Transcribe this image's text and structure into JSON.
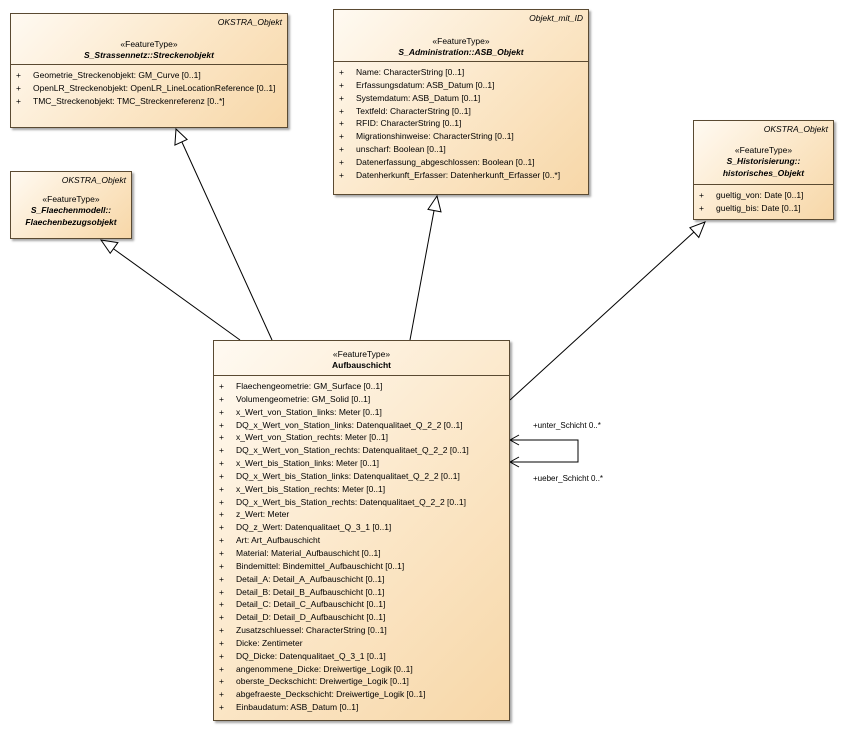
{
  "classes": {
    "streckenobjekt": {
      "parent": "OKSTRA_Objekt",
      "stereotype": "«FeatureType»",
      "name": "S_Strassennetz::Streckenobjekt",
      "attributes": [
        {
          "vis": "+",
          "text": "Geometrie_Streckenobjekt: GM_Curve [0..1]"
        },
        {
          "vis": "+",
          "text": "OpenLR_Streckenobjekt: OpenLR_LineLocationReference [0..1]"
        },
        {
          "vis": "+",
          "text": "TMC_Streckenobjekt: TMC_Streckenreferenz [0..*]"
        }
      ]
    },
    "asb_objekt": {
      "parent": "Objekt_mit_ID",
      "stereotype": "«FeatureType»",
      "name": "S_Administration::ASB_Objekt",
      "attributes": [
        {
          "vis": "+",
          "text": "Name: CharacterString [0..1]"
        },
        {
          "vis": "+",
          "text": "Erfassungsdatum: ASB_Datum [0..1]"
        },
        {
          "vis": "+",
          "text": "Systemdatum: ASB_Datum [0..1]"
        },
        {
          "vis": "+",
          "text": "Textfeld: CharacterString [0..1]"
        },
        {
          "vis": "+",
          "text": "RFID: CharacterString [0..1]"
        },
        {
          "vis": "+",
          "text": "Migrationshinweise: CharacterString [0..1]"
        },
        {
          "vis": "+",
          "text": "unscharf: Boolean [0..1]"
        },
        {
          "vis": "+",
          "text": "Datenerfassung_abgeschlossen: Boolean [0..1]"
        },
        {
          "vis": "+",
          "text": "Datenherkunft_Erfasser: Datenherkunft_Erfasser [0..*]"
        }
      ]
    },
    "historisches_objekt": {
      "parent": "OKSTRA_Objekt",
      "stereotype": "«FeatureType»",
      "name_line1": "S_Historisierung::",
      "name_line2": "historisches_Objekt",
      "attributes": [
        {
          "vis": "+",
          "text": "gueltig_von: Date [0..1]"
        },
        {
          "vis": "+",
          "text": "gueltig_bis: Date [0..1]"
        }
      ]
    },
    "flaechenbezugsobjekt": {
      "parent": "OKSTRA_Objekt",
      "stereotype": "«FeatureType»",
      "name_line1": "S_Flaechenmodell::",
      "name_line2": "Flaechenbezugsobjekt"
    },
    "aufbauschicht": {
      "stereotype": "«FeatureType»",
      "name": "Aufbauschicht",
      "attributes": [
        {
          "vis": "+",
          "text": "Flaechengeometrie: GM_Surface [0..1]"
        },
        {
          "vis": "+",
          "text": "Volumengeometrie: GM_Solid [0..1]"
        },
        {
          "vis": "+",
          "text": "x_Wert_von_Station_links: Meter [0..1]"
        },
        {
          "vis": "+",
          "text": "DQ_x_Wert_von_Station_links: Datenqualitaet_Q_2_2 [0..1]"
        },
        {
          "vis": "+",
          "text": "x_Wert_von_Station_rechts: Meter [0..1]"
        },
        {
          "vis": "+",
          "text": "DQ_x_Wert_von_Station_rechts: Datenqualitaet_Q_2_2 [0..1]"
        },
        {
          "vis": "+",
          "text": "x_Wert_bis_Station_links: Meter [0..1]"
        },
        {
          "vis": "+",
          "text": "DQ_x_Wert_bis_Station_links: Datenqualitaet_Q_2_2 [0..1]"
        },
        {
          "vis": "+",
          "text": "x_Wert_bis_Station_rechts: Meter [0..1]"
        },
        {
          "vis": "+",
          "text": "DQ_x_Wert_bis_Station_rechts: Datenqualitaet_Q_2_2 [0..1]"
        },
        {
          "vis": "+",
          "text": "z_Wert: Meter"
        },
        {
          "vis": "+",
          "text": "DQ_z_Wert: Datenqualitaet_Q_3_1 [0..1]"
        },
        {
          "vis": "+",
          "text": "Art: Art_Aufbauschicht"
        },
        {
          "vis": "+",
          "text": "Material: Material_Aufbauschicht [0..1]"
        },
        {
          "vis": "+",
          "text": "Bindemittel: Bindemittel_Aufbauschicht [0..1]"
        },
        {
          "vis": "+",
          "text": "Detail_A: Detail_A_Aufbauschicht [0..1]"
        },
        {
          "vis": "+",
          "text": "Detail_B: Detail_B_Aufbauschicht [0..1]"
        },
        {
          "vis": "+",
          "text": "Detail_C: Detail_C_Aufbauschicht [0..1]"
        },
        {
          "vis": "+",
          "text": "Detail_D: Detail_D_Aufbauschicht [0..1]"
        },
        {
          "vis": "+",
          "text": "Zusatzschluessel: CharacterString [0..1]"
        },
        {
          "vis": "+",
          "text": "Dicke: Zentimeter"
        },
        {
          "vis": "+",
          "text": "DQ_Dicke: Datenqualitaet_Q_3_1 [0..1]"
        },
        {
          "vis": "+",
          "text": "angenommene_Dicke: Dreiwertige_Logik [0..1]"
        },
        {
          "vis": "+",
          "text": "oberste_Deckschicht: Dreiwertige_Logik [0..1]"
        },
        {
          "vis": "+",
          "text": "abgefraeste_Deckschicht: Dreiwertige_Logik [0..1]"
        },
        {
          "vis": "+",
          "text": "Einbaudatum: ASB_Datum [0..1]"
        }
      ]
    }
  },
  "self_association": {
    "role_top": "+unter_Schicht 0..*",
    "role_bottom": "+ueber_Schicht 0..*"
  },
  "colors": {
    "box_fill_light": "#fffaf2",
    "box_fill_dark": "#f7d7a8",
    "line": "#000000",
    "border": "#5a4a32"
  }
}
